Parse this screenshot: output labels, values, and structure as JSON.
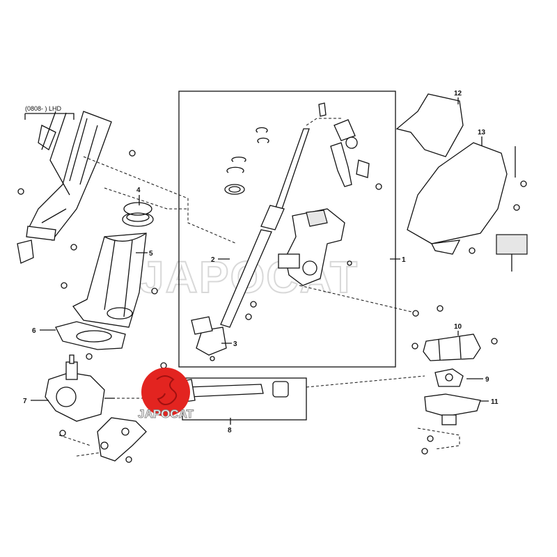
{
  "diagram": {
    "variant_label": "(0808-      ) LHD",
    "callouts": [
      "1",
      "2",
      "3",
      "4",
      "5",
      "6",
      "7",
      "8",
      "9",
      "10",
      "11",
      "12",
      "13"
    ],
    "watermark": "JAPOCAT",
    "logo_text": "JAPOCAT",
    "colors": {
      "logo_red": "#e32420",
      "line": "#111111",
      "watermark": "#d8d8d8"
    }
  }
}
